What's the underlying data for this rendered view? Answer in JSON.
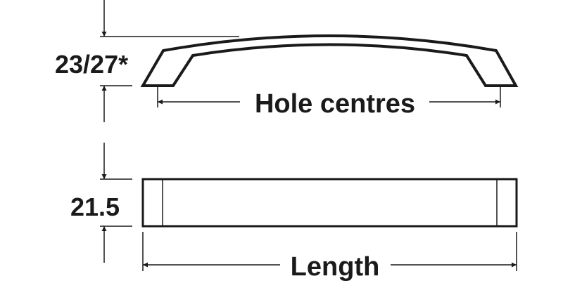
{
  "labels": {
    "height_top": "23/27*",
    "hole_centres": "Hole centres",
    "height_side": "21.5",
    "length": "Length"
  },
  "colors": {
    "line": "#1a1a1a",
    "background": "#ffffff"
  }
}
